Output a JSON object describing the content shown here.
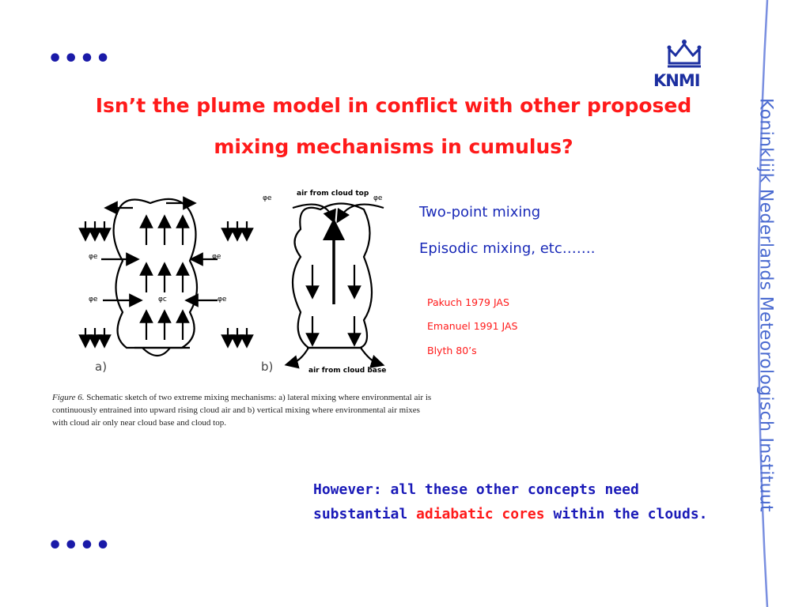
{
  "dots_top": "••••",
  "dots_bottom": "••••",
  "title_line1": "Isn’t the plume model in conflict with other proposed",
  "title_line2": "mixing mechanisms in cumulus?",
  "logo_text": "KNMI",
  "sidebar_text": "Koninklijk Nederlands Meteorologisch Instituut",
  "mechanisms": [
    "Two-point mixing",
    "Episodic mixing, etc……."
  ],
  "references": [
    "Pakuch 1979 JAS",
    "Emanuel 1991 JAS",
    "Blyth 80’s"
  ],
  "figure": {
    "label_a": "a)",
    "label_b": "b)",
    "phi_e": "φe",
    "phi_c": "φc",
    "top_label": "air from cloud top",
    "bottom_label": "air from cloud base"
  },
  "caption": {
    "label": "Figure 6.",
    "text": "Schematic sketch of two extreme mixing mechanisms: a) lateral mixing where environmental air is continuously entrained into upward rising cloud air and b) vertical mixing where environmental air mixes with cloud air only near cloud base and cloud top."
  },
  "conclusion": {
    "part1": "However: all these other concepts need substantial ",
    "highlight": "adiabatic cores",
    "part2": " within the clouds."
  },
  "colors": {
    "title": "#ff1a1a",
    "body_blue": "#1a1ab8",
    "sidebar": "#4a6ad0"
  }
}
